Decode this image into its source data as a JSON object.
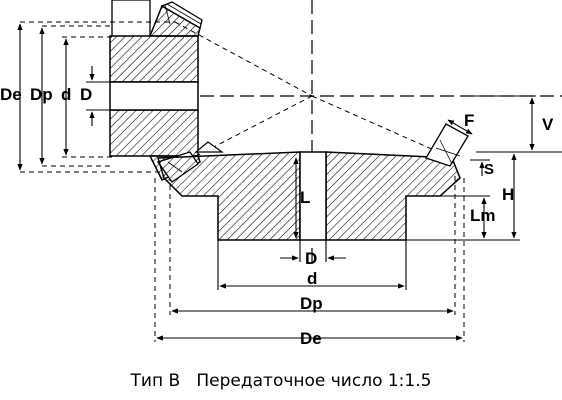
{
  "labels": {
    "pinion_De": "De",
    "pinion_Dp": "Dp",
    "pinion_d": "d",
    "pinion_D": "D",
    "gear_L": "L",
    "gear_D": "D",
    "gear_d": "d",
    "gear_Dp": "Dp",
    "gear_De": "De",
    "V": "V",
    "F": "F",
    "S": "S",
    "H": "H",
    "Lm": "Lm"
  },
  "caption": "Тип B   Передаточное число 1:1.5"
}
